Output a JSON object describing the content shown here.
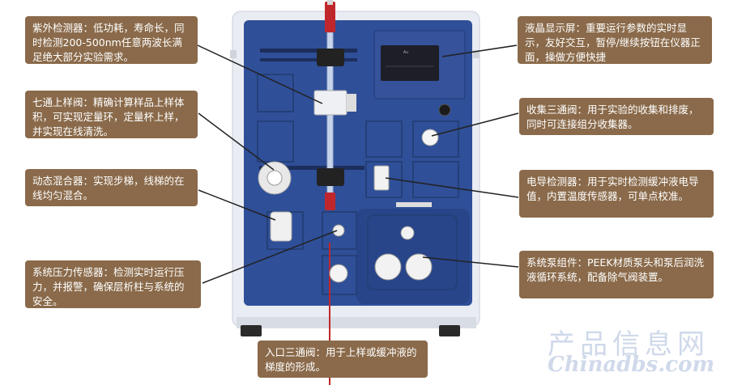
{
  "callouts": {
    "uv_detector": "紫外检测器：低功耗，寿命长，同时检测200-500nm任意两波长满足绝大部分实验需求。",
    "sample_valve": "七通上样阀：精确计算样品上样体积，可实现定量环，定量杯上样，并实现在线清洗。",
    "mixer": "动态混合器：实现步梯，线梯的在线均匀混合。",
    "pressure_sensor": "系统压力传感器：检测实时运行压力，并报警，确保层析柱与系统的安全。",
    "inlet_valve": "入口三通阀：用于上样或缓冲液的梯度的形成。",
    "lcd": "液晶显示屏：重要运行参数的实时显示，友好交互，暂停/继续按钮在仪器正面，操做方便快捷",
    "collect_valve": "收集三通阀：用于实验的收集和排废，同时可连接组分收集器。",
    "conductivity": "电导检测器：用于实时检测缓冲液电导值，内置温度传感器，可单点校准。",
    "pump": "系统泵组件：PEEK材质泵头和泵后润洗液循环系统，配备除气阀装置。"
  },
  "watermark": {
    "cn": "产品信息网",
    "en": "Chinadbs.com"
  },
  "colors": {
    "callout_bg": "#8a6a4a",
    "panel_blue": "#2f4f98",
    "frame": "#e9ecf2"
  }
}
